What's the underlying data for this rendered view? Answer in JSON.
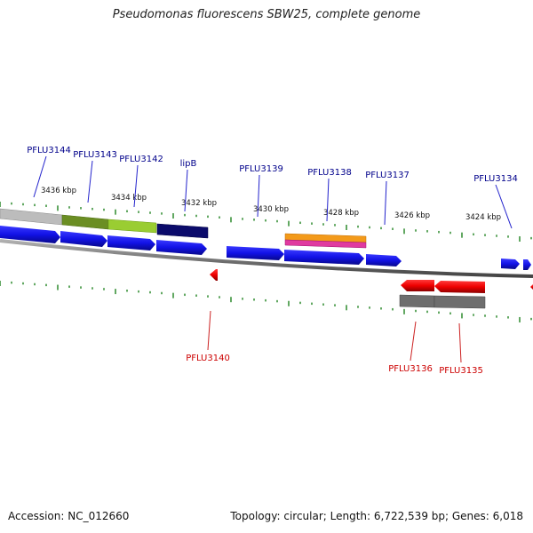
{
  "map": {
    "title": "Pseudomonas fluorescens SBW25, complete genome",
    "accession_text": "Accession: NC_012660",
    "summary_text": "Topology: circular; Length: 6,722,539 bp; Genes: 6,018"
  },
  "colors": {
    "forward_gene": "#1010e0",
    "reverse_gene": "#ee0000",
    "label_forward": "#00008b",
    "label_reverse": "#cc0000",
    "backbone": "#808080",
    "tick": "#2e8b2e"
  },
  "ticks": [
    {
      "label": "3436 kbp"
    },
    {
      "label": "3434 kbp"
    },
    {
      "label": "3432 kbp"
    },
    {
      "label": "3430 kbp"
    },
    {
      "label": "3428 kbp"
    },
    {
      "label": "3426 kbp"
    },
    {
      "label": "3424 kbp"
    }
  ],
  "genes_forward": [
    {
      "label": "PFLU3144"
    },
    {
      "label": "PFLU3143"
    },
    {
      "label": "PFLU3142"
    },
    {
      "label": "lipB"
    },
    {
      "label": "PFLU3139"
    },
    {
      "label": "PFLU3138"
    },
    {
      "label": "PFLU3137"
    },
    {
      "label": "PFLU3134"
    }
  ],
  "genes_reverse": [
    {
      "label": "PFLU3140"
    },
    {
      "label": "PFLU3136"
    },
    {
      "label": "PFLU3135"
    }
  ]
}
